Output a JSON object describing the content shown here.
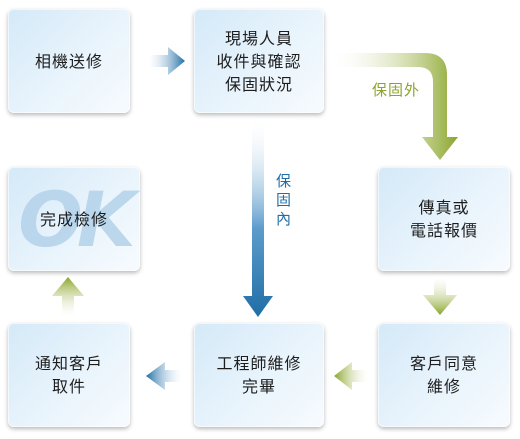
{
  "nodes": {
    "send_in": "相機送修",
    "staff_receive": "現場人員\n收件與確認\n保固狀況",
    "quote": "傳真或\n電話報價",
    "customer_agree": "客戶同意\n維修",
    "repair_done": "工程師維修\n完畢",
    "notify": "通知客戶\n取件",
    "complete": "完成檢修",
    "ok_mark": "OK"
  },
  "edges": {
    "out_of_warranty": "保固外",
    "in_warranty": "保固內"
  },
  "colors": {
    "blue_arrow": "#1f6ea6",
    "green_arrow": "#8aa52a",
    "box_fill": "#e3f1fb",
    "ok_watermark": "#b3d2ea"
  }
}
